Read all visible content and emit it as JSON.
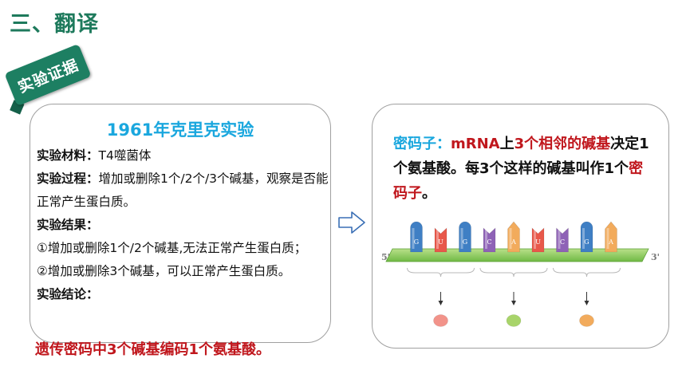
{
  "slide": {
    "section_title": "三、翻译",
    "badge": "实验证据"
  },
  "experiment": {
    "title": "1961年克里克实验",
    "materials_label": "实验材料：",
    "materials_value": "T4噬菌体",
    "process_label": "实验过程：",
    "process_value": "增加或删除1个/2个/3个碱基，观察是否能正常产生蛋白质。",
    "results_label": "实验结果：",
    "result_1": "①增加或删除1个/2个碱基,无法正常产生蛋白质；",
    "result_2": "②增加或删除3个碱基，可以正常产生蛋白质。",
    "conclusion_label": "实验结论：",
    "conclusion": "遗传密码中3个碱基编码1个氨基酸。"
  },
  "codon": {
    "term": "密码子：",
    "mrna": "mRNA",
    "on": "上",
    "three_adjacent": "3个相邻的碱基",
    "determines": "决定1个氨基酸。每3个这样的碱基叫作1个",
    "term2": "密码子",
    "period": "。"
  },
  "mrna_figure": {
    "five_prime": "5'",
    "three_prime": "3'",
    "bases": [
      {
        "letter": "G",
        "shape": "round",
        "color": "#3f7fc4"
      },
      {
        "letter": "U",
        "shape": "notch",
        "color": "#e8584a"
      },
      {
        "letter": "G",
        "shape": "round",
        "color": "#3f7fc4"
      },
      {
        "letter": "C",
        "shape": "notch",
        "color": "#8e62b6"
      },
      {
        "letter": "A",
        "shape": "point",
        "color": "#f2ab5c"
      },
      {
        "letter": "U",
        "shape": "notch",
        "color": "#e8584a"
      },
      {
        "letter": "C",
        "shape": "notch",
        "color": "#8e62b6"
      },
      {
        "letter": "G",
        "shape": "round",
        "color": "#3f7fc4"
      },
      {
        "letter": "A",
        "shape": "point",
        "color": "#f2ab5c"
      }
    ],
    "amino_colors": [
      "#f2938a",
      "#a8d46a",
      "#f2ab5c"
    ]
  },
  "colors": {
    "title_green": "#1e7a5c",
    "accent_blue": "#1aa7de",
    "accent_red": "#c0171d"
  }
}
